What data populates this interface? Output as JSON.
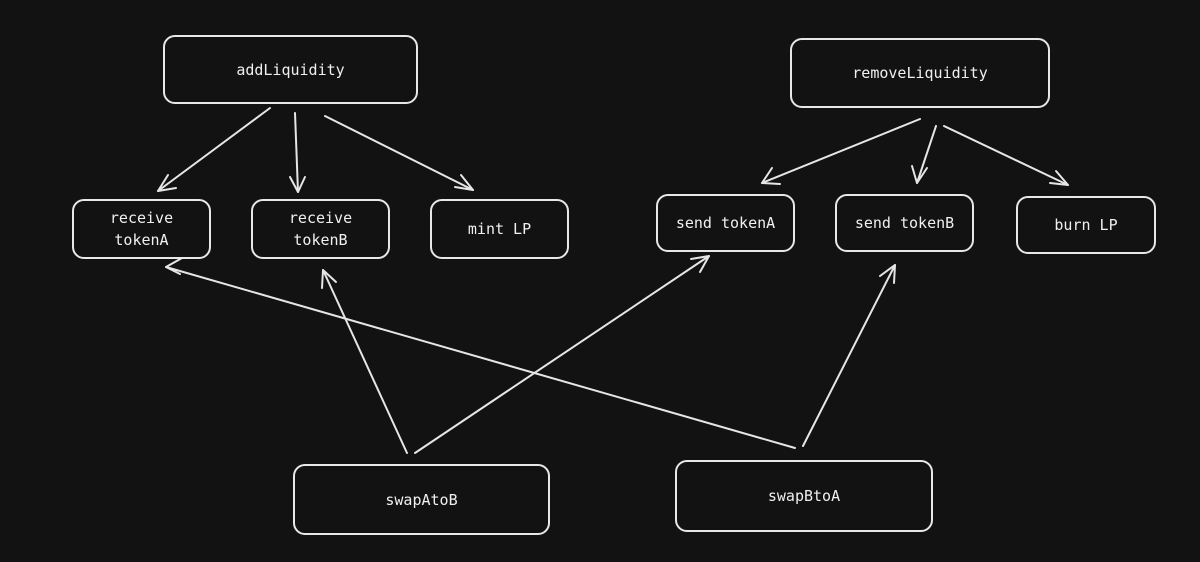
{
  "nodes": {
    "add_liquidity": "addLiquidity",
    "remove_liquidity": "removeLiquidity",
    "receive_token_a": [
      "receive",
      "tokenA"
    ],
    "receive_token_b": [
      "receive",
      "tokenB"
    ],
    "mint_lp": "mint LP",
    "send_token_a": "send tokenA",
    "send_token_b": "send tokenB",
    "burn_lp": "burn LP",
    "swap_a_to_b": "swapAtoB",
    "swap_b_to_a": "swapBtoA"
  },
  "edges": [
    {
      "from": "addLiquidity",
      "to": "receive tokenA"
    },
    {
      "from": "addLiquidity",
      "to": "receive tokenB"
    },
    {
      "from": "addLiquidity",
      "to": "mint LP"
    },
    {
      "from": "removeLiquidity",
      "to": "send tokenA"
    },
    {
      "from": "removeLiquidity",
      "to": "send tokenB"
    },
    {
      "from": "removeLiquidity",
      "to": "burn LP"
    },
    {
      "from": "swapAtoB",
      "to": "receive tokenB"
    },
    {
      "from": "swapAtoB",
      "to": "send tokenA"
    },
    {
      "from": "swapBtoA",
      "to": "receive tokenA"
    },
    {
      "from": "swapBtoA",
      "to": "send tokenB"
    }
  ],
  "colors": {
    "background": "#121212",
    "stroke": "#e8e8e8",
    "text": "#f0f0f0"
  }
}
